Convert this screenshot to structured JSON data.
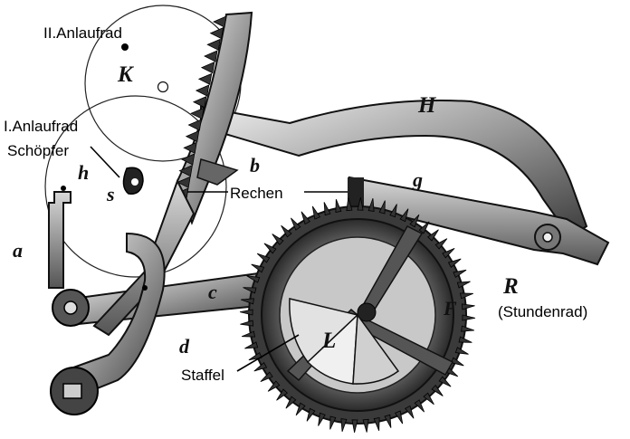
{
  "labels": {
    "second_starting_wheel": "II.Anlaufrad",
    "first_starting_wheel": "I.Anlaufrad",
    "scoop": "Schöpfer",
    "rack": "Rechen",
    "hour_wheel": "(Stundenrad)",
    "snail": "Staffel"
  },
  "letters": {
    "K": "K",
    "H": "H",
    "h": "h",
    "s": "s",
    "b": "b",
    "g": "g",
    "a": "a",
    "c": "c",
    "F": "F",
    "R": "R",
    "d": "d",
    "L": "L"
  }
}
